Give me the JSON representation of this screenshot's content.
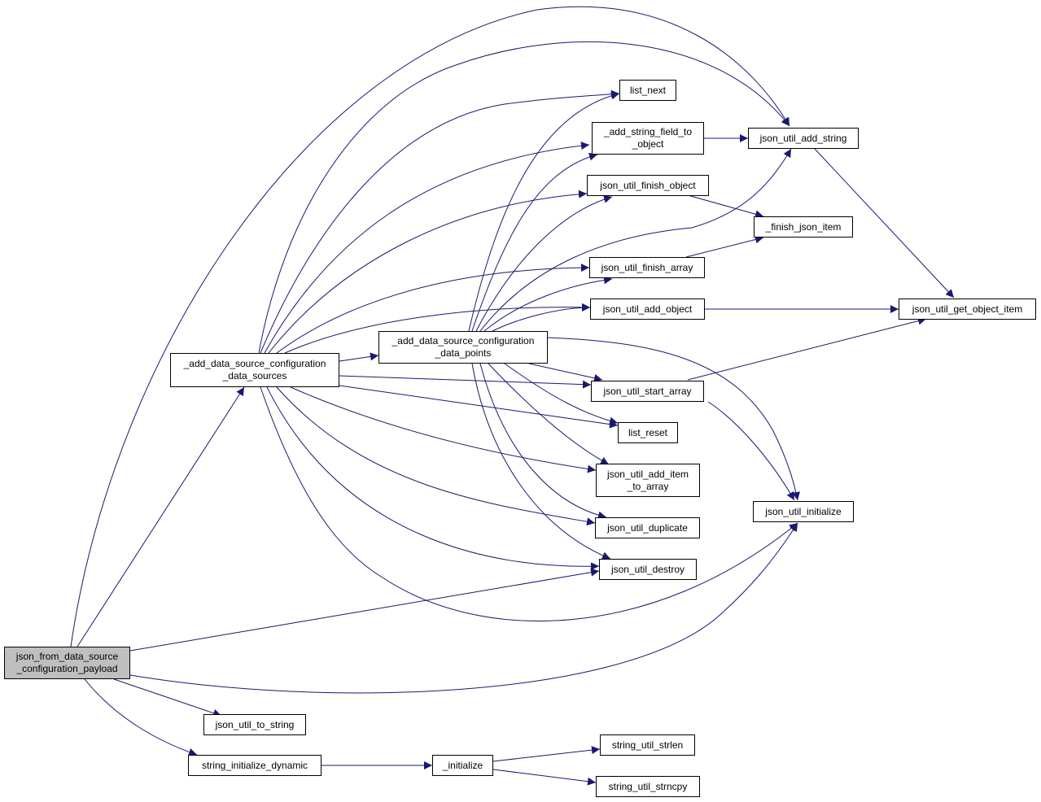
{
  "colors": {
    "edge": "#191970",
    "node_border": "#000000",
    "root_fill": "#bfbfbf",
    "node_fill": "#ffffff"
  },
  "nodes": {
    "root": "json_from_data_source\n_configuration_payload",
    "add_data_sources": "_add_data_source_configuration\n_data_sources",
    "add_data_points": "_add_data_source_configuration\n_data_points",
    "list_next": "list_next",
    "add_string_field": "_add_string_field_to\n_object",
    "add_string": "json_util_add_string",
    "finish_object": "json_util_finish_object",
    "finish_json_item": "_finish_json_item",
    "finish_array": "json_util_finish_array",
    "add_object": "json_util_add_object",
    "get_object_item": "json_util_get_object_item",
    "start_array": "json_util_start_array",
    "list_reset": "list_reset",
    "add_item_to_array": "json_util_add_item\n_to_array",
    "initialize_json": "json_util_initialize",
    "duplicate": "json_util_duplicate",
    "destroy": "json_util_destroy",
    "to_string": "json_util_to_string",
    "string_initialize_dynamic": "string_initialize_dynamic",
    "initialize": "_initialize",
    "strlen": "string_util_strlen",
    "strncpy": "string_util_strncpy"
  }
}
